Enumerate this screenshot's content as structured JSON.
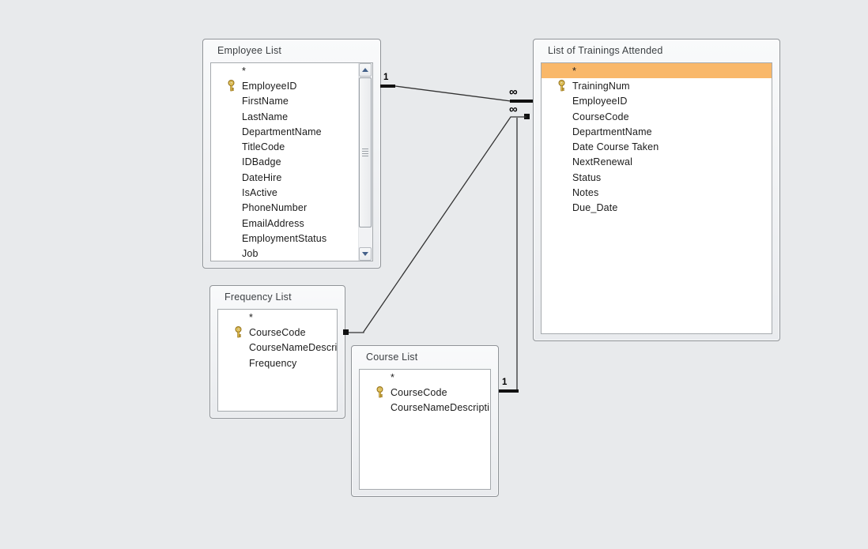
{
  "app": {
    "view_name": "Relationships"
  },
  "colors": {
    "background": "#e8eaec",
    "selected_row": "#f9b86a",
    "relationship_line": "#333333",
    "primary_key_gold": "#e8c44d",
    "scrollbar_arrow": "#44618a",
    "window_border": "#8f9397",
    "title_text": "#3c4043",
    "field_text": "#1b1b1b"
  },
  "icons": {
    "primary_key": "key-icon",
    "scrollbar_up": "triangle-up-icon",
    "scrollbar_down": "triangle-down-icon",
    "scrollbar_grip": "grip-lines-icon"
  },
  "diagram": {
    "tables": [
      {
        "id": "employee-list",
        "title": "Employee List",
        "has_scrollbar": true,
        "fields": [
          {
            "name": "*"
          },
          {
            "name": "EmployeeID",
            "key": true
          },
          {
            "name": "FirstName"
          },
          {
            "name": "LastName"
          },
          {
            "name": "DepartmentName"
          },
          {
            "name": "TitleCode"
          },
          {
            "name": "IDBadge"
          },
          {
            "name": "DateHire"
          },
          {
            "name": "IsActive"
          },
          {
            "name": "PhoneNumber"
          },
          {
            "name": "EmailAddress"
          },
          {
            "name": "EmploymentStatus"
          },
          {
            "name": "Job"
          }
        ]
      },
      {
        "id": "trainings-list",
        "title": "List of Trainings Attended",
        "has_scrollbar": false,
        "fields": [
          {
            "name": "*",
            "selected": true
          },
          {
            "name": "TrainingNum",
            "key": true
          },
          {
            "name": "EmployeeID"
          },
          {
            "name": "CourseCode"
          },
          {
            "name": "DepartmentName"
          },
          {
            "name": "Date Course Taken"
          },
          {
            "name": "NextRenewal"
          },
          {
            "name": "Status"
          },
          {
            "name": "Notes"
          },
          {
            "name": "Due_Date"
          }
        ]
      },
      {
        "id": "frequency-list",
        "title": "Frequency List",
        "has_scrollbar": false,
        "fields": [
          {
            "name": "*"
          },
          {
            "name": "CourseCode",
            "key": true
          },
          {
            "name": "CourseNameDescri"
          },
          {
            "name": "Frequency"
          }
        ]
      },
      {
        "id": "course-list",
        "title": "Course List",
        "has_scrollbar": false,
        "fields": [
          {
            "name": "*"
          },
          {
            "name": "CourseCode",
            "key": true
          },
          {
            "name": "CourseNameDescripti"
          }
        ]
      }
    ],
    "relationships": [
      {
        "id": "employee-to-trainings",
        "from_table": "Employee List",
        "to_table": "List of Trainings Attended",
        "from_cardinality": "1",
        "to_cardinality": "∞"
      },
      {
        "id": "course-to-trainings",
        "from_table": "Course List",
        "to_table": "List of Trainings Attended",
        "from_cardinality": "1",
        "to_cardinality": "∞"
      },
      {
        "id": "frequency-to-trainings",
        "from_table": "Frequency List",
        "to_table": "List of Trainings Attended",
        "from_cardinality": "",
        "to_cardinality": ""
      }
    ]
  }
}
